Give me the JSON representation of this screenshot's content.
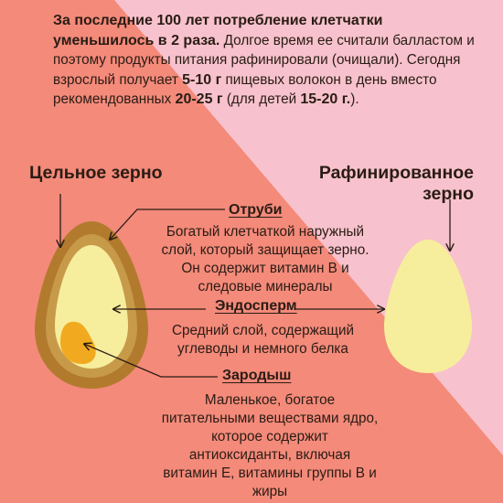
{
  "intro": {
    "line1_bold": "За последние 100 лет потребление клетчатки уменьшилось в 2 раза.",
    "line1_rest": " Долгое время ее считали балластом и поэтому продукты питания рафинировали (очищали). Сегодня взрослый получает ",
    "amount_adult": "5-10 г",
    "mid_text": " пищевых волокон в день вместо рекомендованных ",
    "amount_recommended": "20-25 г",
    "children_prefix": " (для детей ",
    "amount_children": "15-20 г.",
    "children_suffix": ")."
  },
  "whole_grain": {
    "title": "Цельное зерно"
  },
  "refined_grain": {
    "title": "Рафинированное зерно"
  },
  "sections": {
    "bran": {
      "title": "Отруби",
      "description": "Богатый клетчаткой наружный слой, который защищает зерно. Он содержит витамин В и следовые минералы"
    },
    "endosperm": {
      "title": "Эндосперм",
      "description": "Средний слой, содержащий углеводы и немного белка"
    },
    "germ": {
      "title": "Зародыш",
      "description": "Маленькое, богатое питательными веществами ядро, которое содержит антиоксиданты, включая витамин Е, витамины группы В и жиры"
    }
  },
  "colors": {
    "salmon": "#f48a7a",
    "pink": "#f7c2cd",
    "bran_brown": "#a8702a",
    "bran_outer": "#b9802f",
    "endosperm": "#f5ec9a",
    "germ": "#f1aa1f",
    "text": "#2a1c14"
  }
}
